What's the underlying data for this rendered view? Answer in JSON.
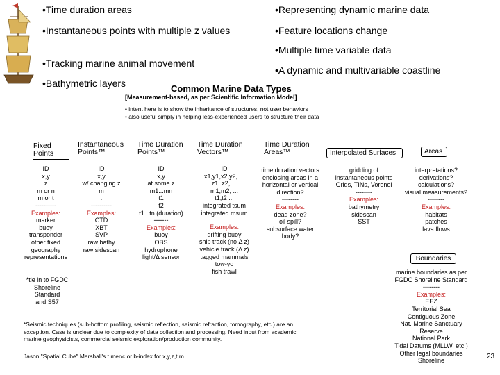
{
  "bullets_left": [
    "Time duration areas",
    "Instantaneous points with multiple z values",
    "Tracking marine animal movement",
    "Bathymetric layers"
  ],
  "bullets_right": [
    "Representing dynamic marine data",
    "Feature locations change",
    "Multiple time variable data",
    "A dynamic and multivariable coastline"
  ],
  "diagram": {
    "title": "Common Marine Data Types",
    "subtitle": "[Measurement-based, as per Scientific Information Model]",
    "notes": [
      "• intent here is to show the inheritance of structures, not user behaviors",
      "• also useful simply in helping less-experienced users to structure their data"
    ]
  },
  "columns": [
    {
      "head": "Fixed Points",
      "lines": [
        "ID",
        "x,y",
        "z",
        "m or n",
        "m or t",
        "----------"
      ],
      "examples_label": "Examples:",
      "examples": [
        "marker",
        "buoy",
        "transponder",
        "other fixed",
        "geography",
        "representations"
      ]
    },
    {
      "head": "Instantaneous Points™",
      "lines": [
        "ID",
        "x,y",
        "w/ changing z",
        "m",
        ":",
        "----------"
      ],
      "examples_label": "Examples:",
      "examples": [
        "CTD",
        "XBT",
        "SVP",
        "raw bathy",
        "raw sidescan"
      ]
    },
    {
      "head": "Time Duration Points™",
      "lines": [
        "ID",
        "x,y",
        "at some z",
        "m1...mn",
        "t1",
        "t2",
        "t1...tn (duration)",
        "-------"
      ],
      "examples_label": "Examples:",
      "examples": [
        "buoy",
        "OBS",
        "hydrophone",
        "light/Δ sensor"
      ]
    },
    {
      "head": "Time Duration Vectors™",
      "lines": [
        "ID",
        "x1,y1,x2,y2, ...",
        "z1, z2, ...",
        "m1,m2, ...",
        "t1,t2 ...",
        "integrated tsum",
        "integrated msum"
      ],
      "examples_label": "Examples:",
      "examples": [
        "drifting buoy",
        "ship track (no Δ z)",
        "vehicle track (Δ z)",
        "tagged mammals",
        "tow-yo",
        "fish trawl"
      ]
    },
    {
      "head": "Time Duration Areas™",
      "lines": [
        "time duration vectors",
        "enclosing areas in a",
        "horizontal or vertical",
        "direction?",
        "--------"
      ],
      "examples_label": "Examples:",
      "examples": [
        "dead zone?",
        "oil spill?",
        "subsurface water",
        "body?"
      ]
    },
    {
      "head": "Interpolated Surfaces",
      "lines": [
        "gridding of",
        "instantaneous points",
        "Grids, TINs, Voronoi",
        "--------"
      ],
      "examples_label": "Examples:",
      "examples": [
        "bathymetry",
        "sidescan",
        "SST"
      ]
    },
    {
      "head": "Areas",
      "lines": [
        "interpretations?",
        "derivations?",
        "calculations?",
        "visual measurements?",
        "--------"
      ],
      "examples_label": "Examples:",
      "examples": [
        "habitats",
        "patches",
        "lava flows"
      ]
    }
  ],
  "fixed_note": [
    "*tie in to FGDC",
    "Shoreline",
    "Standard",
    "and S57"
  ],
  "boundaries": {
    "head": "Boundaries",
    "lines": [
      "marine boundaries as per",
      "FGDC Shoreline Standard",
      "--------"
    ],
    "examples_label": "Examples:",
    "examples": [
      "EEZ",
      "Territorial Sea",
      "Contiguous Zone",
      "Nat. Marine Sanctuary",
      "Reserve",
      "National Park",
      "Tidal Datums (MLLW, etc.)",
      "Other legal boundaries",
      "Shoreline"
    ]
  },
  "footnote": "*Seismic techniques (sub-bottom profiling, seismic reflection, seismic refraction, tomography, etc.) are an exception. Case is unclear due to complexity of data collection and processing. Need input from academic marine geophysicists, commercial seismic exploration/production community.",
  "credit": "Jason \"Spatial Cube\" Marshall's t mer/c or b-index for x,y,z,t,m",
  "page_number": "23"
}
